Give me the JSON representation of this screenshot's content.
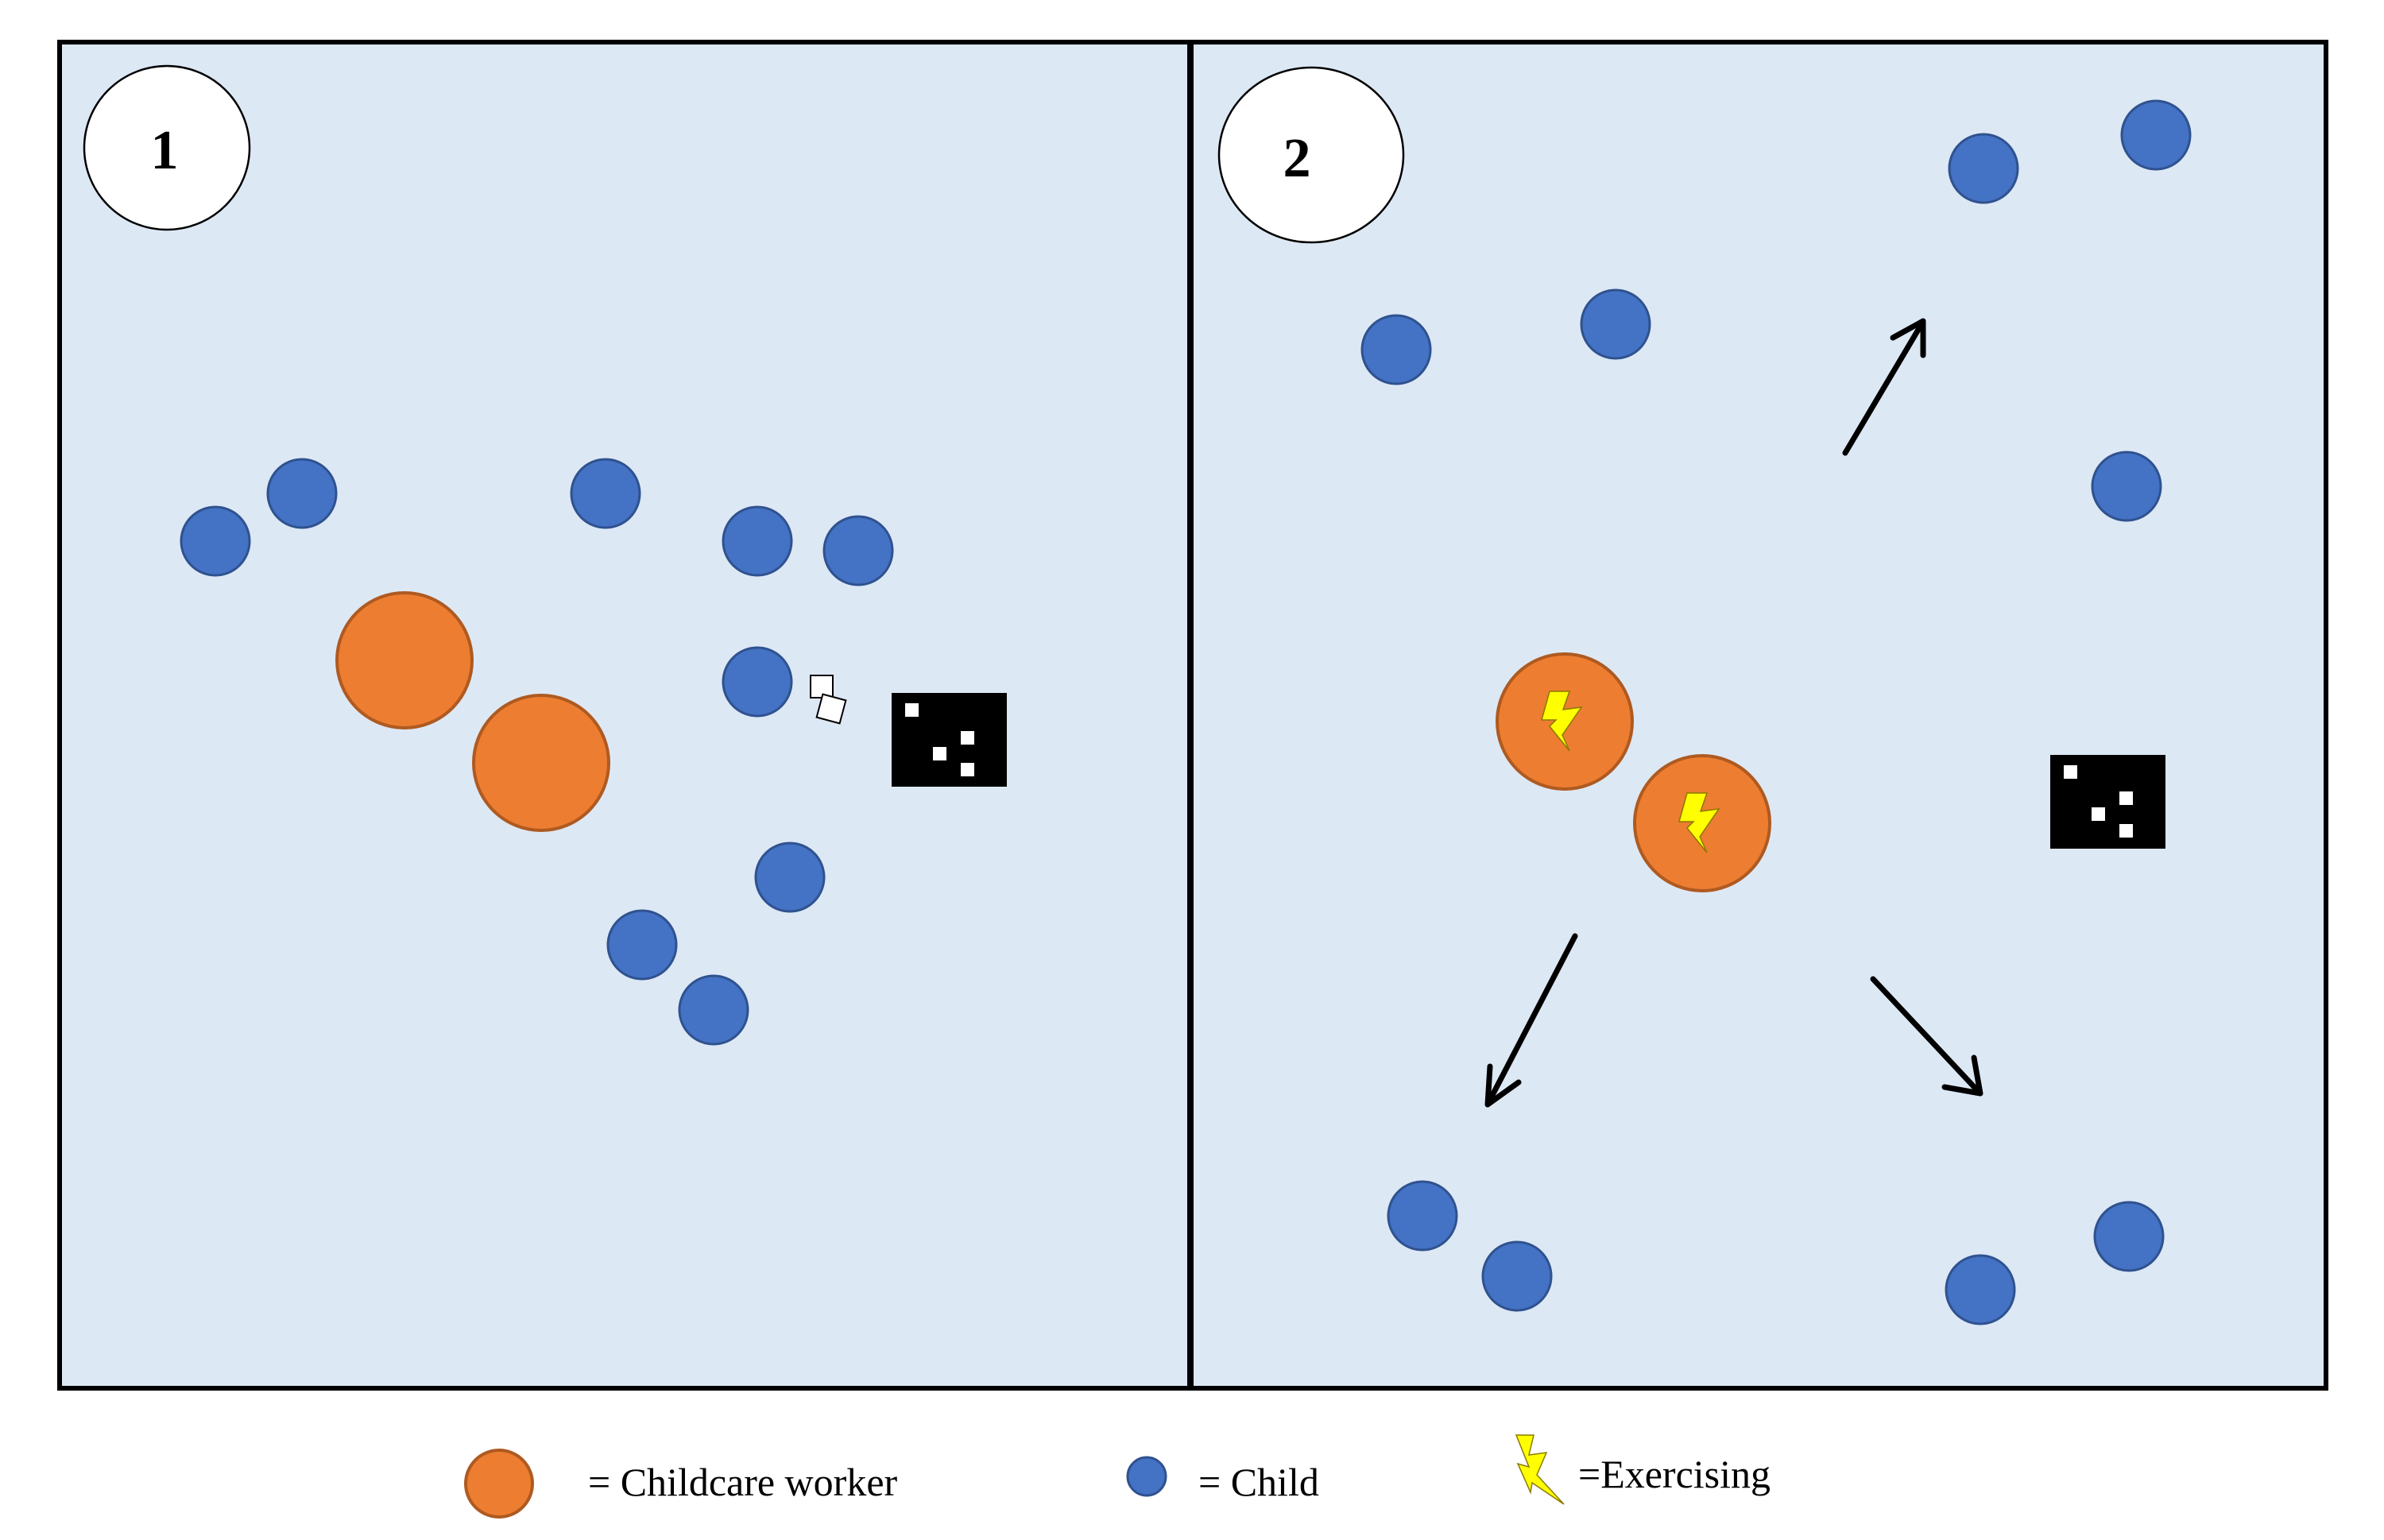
{
  "panels": [
    {
      "label": "1"
    },
    {
      "label": "2"
    }
  ],
  "legend": {
    "worker_label": "= Childcare worker",
    "child_label": "= Child",
    "exercising_label": "=Exercising"
  },
  "colors": {
    "background": "#dde8f5",
    "child": "#4472c4",
    "worker": "#ed7d31",
    "exercising": "#ffff00"
  }
}
